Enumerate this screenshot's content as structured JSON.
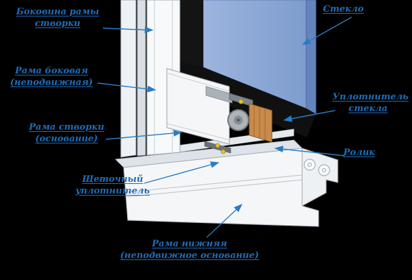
{
  "diagram": {
    "background_color": "#000000",
    "label_color": "#1d6db9",
    "arrow_color": "#2a7cc4",
    "glass_color": "#8ea9d6",
    "gasket_color": "#121212",
    "frame_color": "#f4f6f8",
    "roller_block_color": "#c98a4b"
  },
  "labels": {
    "sash_side": "Боковина рамы\nстворки",
    "glass": "Стекло",
    "side_frame": "Рама боковая\n(неподвижная)",
    "glass_seal": "Уплотнитель\nстекла",
    "sash_base": "Рама створки\n(основание)",
    "roller": "Ролик",
    "brush_seal": "Щеточный\nуплотнитель",
    "bottom_frame": "Рама нижняя\n(неподвижное основание)"
  }
}
